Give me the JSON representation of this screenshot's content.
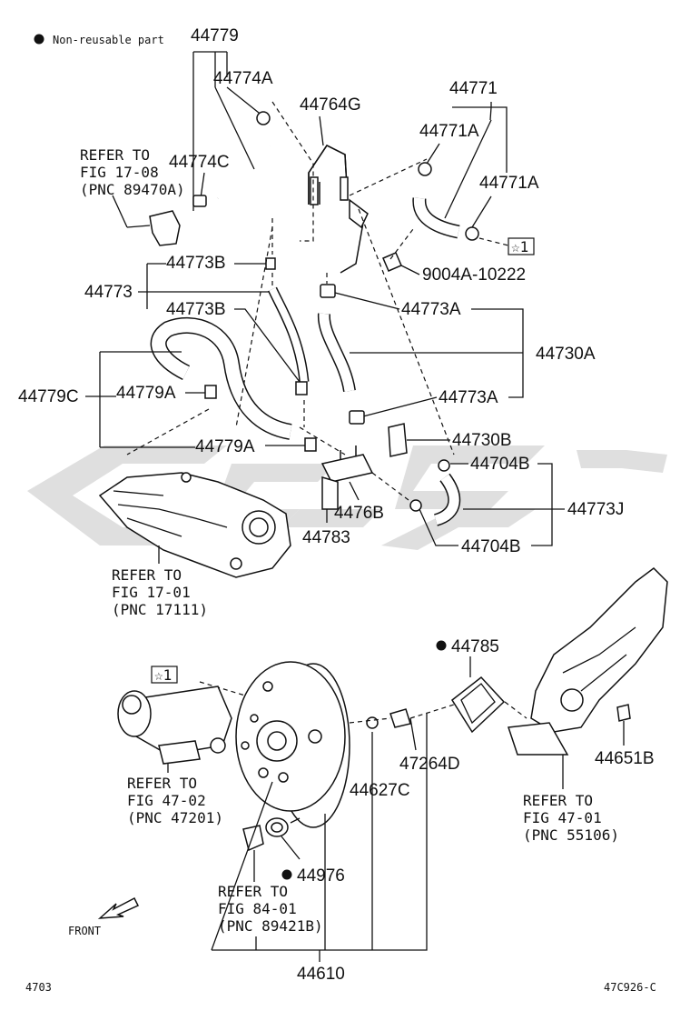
{
  "legend": {
    "bullet": "●",
    "text": "Non-reusable part"
  },
  "parts": {
    "p44779": "44779",
    "p44774A": "44774A",
    "p44764G": "44764G",
    "p44771": "44771",
    "p44771A_1": "44771A",
    "p44771A_2": "44771A",
    "p44774C": "44774C",
    "p9004A": "9004A-10222",
    "p44773B_1": "44773B",
    "p44773": "44773",
    "p44773B_2": "44773B",
    "p44773A_1": "44773A",
    "p44730A": "44730A",
    "p44779C": "44779C",
    "p44779A_1": "44779A",
    "p44773A_2": "44773A",
    "p44730B": "44730B",
    "p44779A_2": "44779A",
    "p44704B_1": "44704B",
    "p4476B": "4476B",
    "p44773J": "44773J",
    "p44783": "44783",
    "p44704B_2": "44704B",
    "p44785": "44785",
    "p47264D": "47264D",
    "p44651B": "44651B",
    "p44627C": "44627C",
    "p44976": "44976",
    "p44610": "44610"
  },
  "star_marks": {
    "s1": "☆1",
    "s2": "☆1"
  },
  "refs": {
    "r1": [
      "REFER TO",
      "FIG 17-08",
      "(PNC 89470A)"
    ],
    "r2": [
      "REFER TO",
      "FIG 17-01",
      "(PNC 17111)"
    ],
    "r3": [
      "REFER TO",
      "FIG 47-02",
      "(PNC 47201)"
    ],
    "r4": [
      "REFER TO",
      "FIG 47-01",
      "(PNC 55106)"
    ],
    "r5": [
      "REFER TO",
      "FIG 84-01",
      "(PNC 89421B)"
    ]
  },
  "front_label": "FRONT",
  "footer": {
    "left": "4703",
    "right": "47C926-C"
  }
}
